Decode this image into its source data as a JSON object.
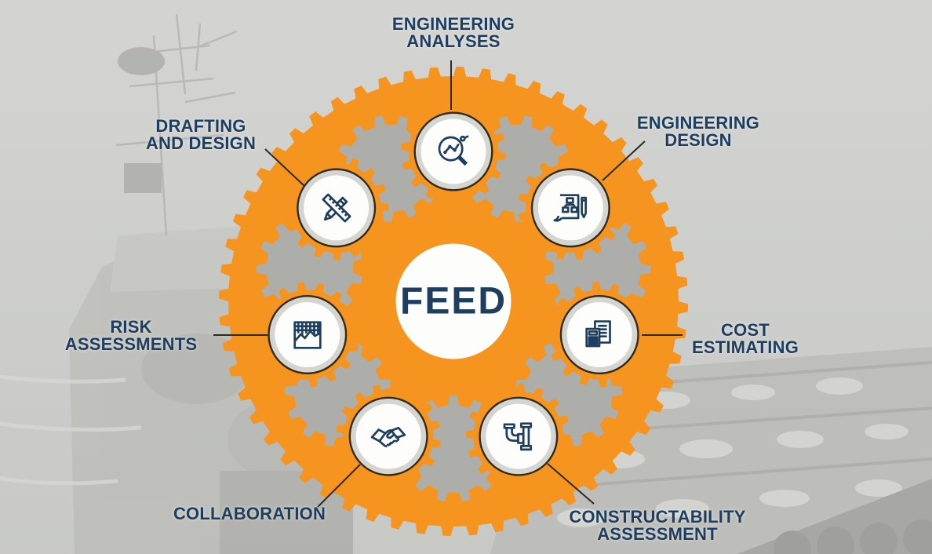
{
  "diagram_title": "FEED",
  "hub": {
    "label": "FEED"
  },
  "colors": {
    "orange": "#F5951F",
    "navy": "#1D3E5E",
    "gear_gray": "#ADAEAA",
    "ring_dark": "#332A18",
    "ring_gray": "#D4D4D1",
    "circle_white": "#FDFDFB",
    "background_gray": "#C7C8C4",
    "connector": "#2E2A22"
  },
  "nodes": [
    {
      "id": "engineering-analyses",
      "icon": "magnifier-chart-icon",
      "label_lines": [
        "ENGINEERING",
        "ANALYSES"
      ]
    },
    {
      "id": "engineering-design",
      "icon": "document-flowchart-pencil-icon",
      "label_lines": [
        "ENGINEERING",
        "DESIGN"
      ]
    },
    {
      "id": "cost-estimating",
      "icon": "calculator-document-icon",
      "label_lines": [
        "COST",
        "ESTIMATING"
      ]
    },
    {
      "id": "constructability-assessment",
      "icon": "pipes-icon",
      "label_lines": [
        "CONSTRUCTABILITY",
        "ASSESSMENT"
      ]
    },
    {
      "id": "collaboration",
      "icon": "handshake-icon",
      "label_lines": [
        "COLLABORATION"
      ]
    },
    {
      "id": "risk-assessments",
      "icon": "grid-chart-icon",
      "label_lines": [
        "RISK",
        "ASSESSMENTS"
      ]
    },
    {
      "id": "drafting-and-design",
      "icon": "pencil-ruler-icon",
      "label_lines": [
        "DRAFTING",
        "AND DESIGN"
      ]
    }
  ]
}
